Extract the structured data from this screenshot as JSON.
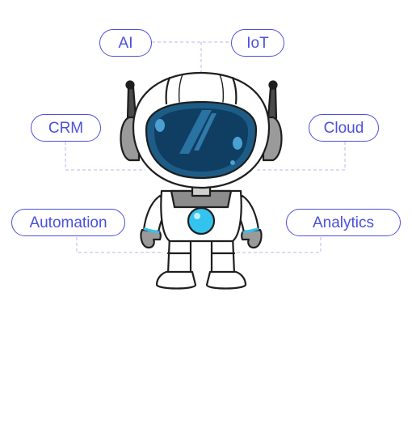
{
  "labels": {
    "ai": "AI",
    "iot": "IoT",
    "crm": "CRM",
    "cloud": "Cloud",
    "automation": "Automation",
    "analytics": "Analytics"
  },
  "colors": {
    "accent": "#4b4fe0",
    "connector": "#b6b8ee",
    "visor": "#1d5c86",
    "chest_light": "#34c2ef",
    "outline": "#1e1e1e"
  },
  "icons": {
    "illustration": "astronaut-robot-illustration"
  }
}
